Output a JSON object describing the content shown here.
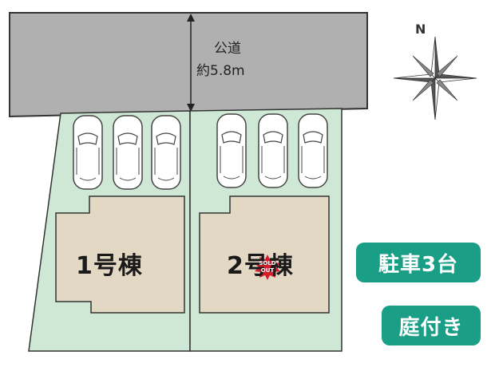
{
  "road": {
    "name": "公道",
    "width": "約5.8m"
  },
  "compass": {
    "north_label": "N",
    "icon": "compass-rose-icon"
  },
  "lots": [
    {
      "label": "1号棟",
      "status": ""
    },
    {
      "label": "2号棟",
      "status": "SOLD OUT"
    }
  ],
  "sold_badge": {
    "line1": "SOLD",
    "line2": "OUT"
  },
  "features": [
    "駐車3台",
    "庭付き"
  ],
  "colors": {
    "road": "#b0b0b0",
    "lot": "#cfe8d6",
    "building": "#e3d8c4",
    "badge": "#1a9f86",
    "sold": "#d81c2a"
  }
}
